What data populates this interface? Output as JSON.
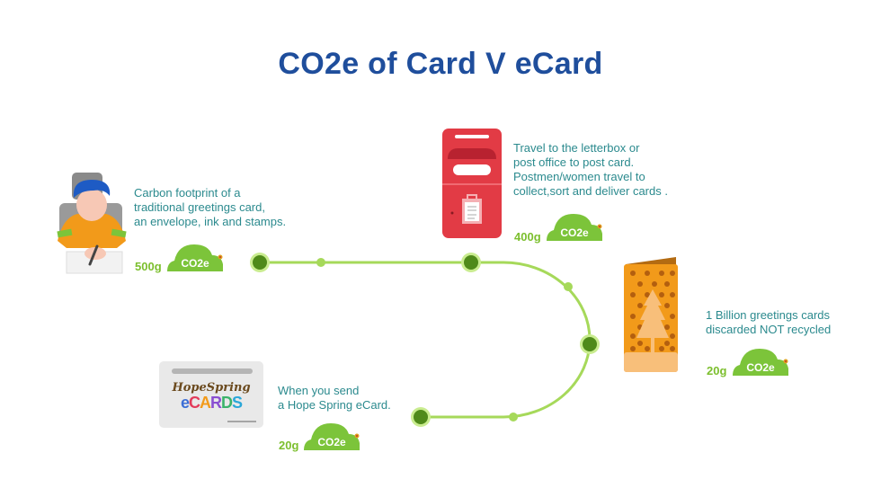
{
  "title": "CO2e of Card V eCard",
  "colors": {
    "title": "#1f4e9c",
    "description_text": "#2b8a8e",
    "amount_text": "#7cbf2e",
    "cloud": "#7cc43a",
    "path_line": "#a6d95a",
    "node_large": "#4f8a1a",
    "node_ring": "#c9ec8f",
    "node_small": "#a6d95a"
  },
  "steps": [
    {
      "id": "traditional-card",
      "icon": "person-writing-icon",
      "description": "Carbon footprint of a\ntraditional greetings card,\nan envelope, ink and stamps.",
      "amount": "500g",
      "badge": "CO2e"
    },
    {
      "id": "postal-delivery",
      "icon": "postbox-icon",
      "description": "Travel to the letterbox or\npost office to post card.\nPostmen/women travel to\ncollect,sort and deliver cards .",
      "amount": "400g",
      "badge": "CO2e"
    },
    {
      "id": "discarded-cards",
      "icon": "greeting-card-tree-icon",
      "description": "1 Billion greetings cards\ndiscarded NOT recycled",
      "amount": "20g",
      "badge": "CO2e"
    },
    {
      "id": "ecard",
      "icon": "hope-spring-ecard-icon",
      "description": "When you send\na Hope Spring eCard.",
      "amount": "20g",
      "badge": "CO2e",
      "logo_script": "HopeSpring",
      "logo_letters": [
        "e",
        "C",
        "A",
        "R",
        "D",
        "S"
      ],
      "logo_colors": [
        "#3d6fd6",
        "#e23b5a",
        "#f29a1a",
        "#8a4fd1",
        "#3bb36b",
        "#2aa7d8"
      ]
    }
  ]
}
